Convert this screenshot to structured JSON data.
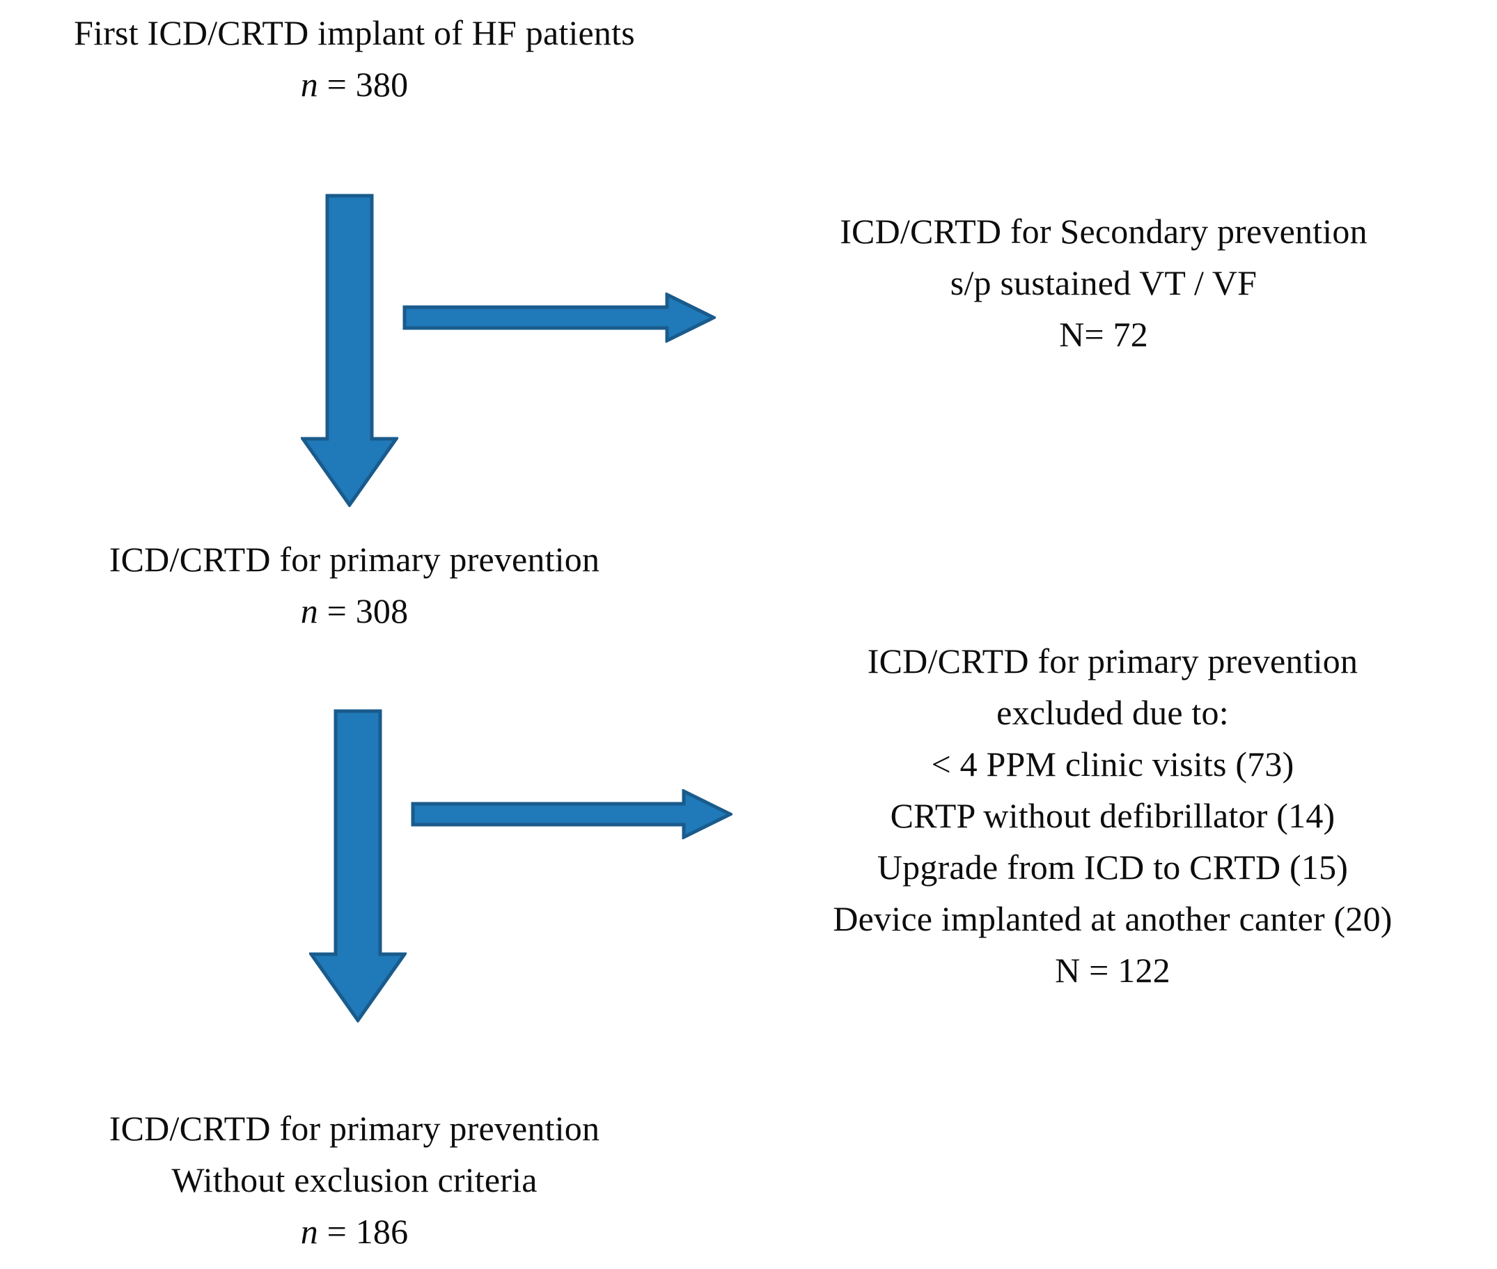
{
  "figure": {
    "type": "flowchart",
    "orientation": "top-to-bottom with right-side exclusion branches",
    "accent_color": "#2079b8",
    "accent_stroke_color": "#1a5b8c",
    "text_color": "#0d0d0d",
    "background_color": "#ffffff"
  },
  "nodes": {
    "top": {
      "line1": "First ICD/CRTD implant of HF patients",
      "n_symbol": "n",
      "n_equals": "= 380",
      "count": 380
    },
    "secondary_prevention": {
      "line1": "ICD/CRTD for Secondary prevention",
      "line2": "s/p sustained VT / VF",
      "line3": "N= 72",
      "count": 72
    },
    "primary_prevention": {
      "line1": "ICD/CRTD for primary prevention",
      "n_symbol": "n",
      "n_equals": "= 308",
      "count": 308
    },
    "excluded": {
      "line1": "ICD/CRTD for primary prevention",
      "line2": "excluded due to:",
      "line3": "< 4 PPM clinic visits (73)",
      "line4": "CRTP without defibrillator  (14)",
      "line5": "Upgrade from ICD to CRTD  (15)",
      "line6": "Device implanted at another canter (20)",
      "line7": "N = 122",
      "total": 122,
      "reasons": [
        {
          "label": "< 4 PPM clinic visits",
          "count": 73
        },
        {
          "label": "CRTP without defibrillator",
          "count": 14
        },
        {
          "label": "Upgrade from ICD to CRTD",
          "count": 15
        },
        {
          "label": "Device implanted at another canter",
          "count": 20
        }
      ]
    },
    "final_cohort": {
      "line1": "ICD/CRTD for primary prevention",
      "line2": "Without exclusion criteria",
      "n_symbol": "n",
      "n_equals": "= 186",
      "count": 186
    }
  },
  "arrows": {
    "down_1": {
      "direction": "down",
      "from": "top",
      "to": "primary_prevention"
    },
    "right_1": {
      "direction": "right",
      "from": "top",
      "to": "secondary_prevention"
    },
    "down_2": {
      "direction": "down",
      "from": "primary_prevention",
      "to": "final_cohort"
    },
    "right_2": {
      "direction": "right",
      "from": "primary_prevention",
      "to": "excluded"
    }
  }
}
